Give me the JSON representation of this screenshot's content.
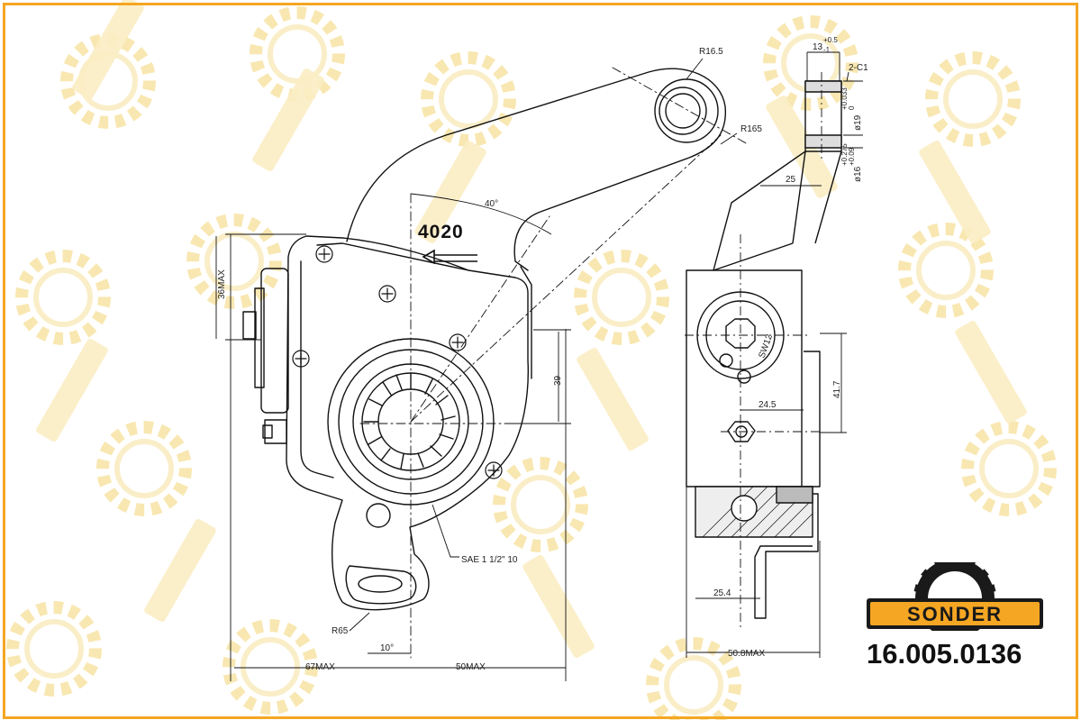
{
  "brand": "SONDER",
  "part_number": "16.005.0136",
  "colors": {
    "frame": "#f5a623",
    "logo_fill": "#f5a623",
    "logo_dark": "#1a1a1a",
    "watermark": "#f7dc8a"
  },
  "drawing": {
    "model_label": "4020",
    "arrow_icon": "left-arrow-icon",
    "dimensions": {
      "r16_5": "R16.5",
      "r165": "R165",
      "angle_40": "40°",
      "h36max": "36MAX",
      "d39": "39",
      "spline": "SAE 1 1/2\" 10",
      "r65": "R65",
      "angle_10": "10°",
      "w67max": "67MAX",
      "w50max": "50MAX",
      "t13": "13",
      "t13_tol_upper": "+0.5",
      "t13_tol_lower": "-1",
      "chamfer": "2-C1",
      "bore19": "ø19",
      "bore19_tol_upper": "+0.033",
      "bore19_tol_lower": "0",
      "bore16": "ø16",
      "bore16_tol_upper": "+0.275",
      "bore16_tol_lower": "+0.09",
      "d25": "25",
      "sw12": "SW12",
      "d24_5": "24.5",
      "d41_7": "41.7",
      "d25_4": "25.4",
      "w50_8max": "50.8MAX"
    }
  }
}
